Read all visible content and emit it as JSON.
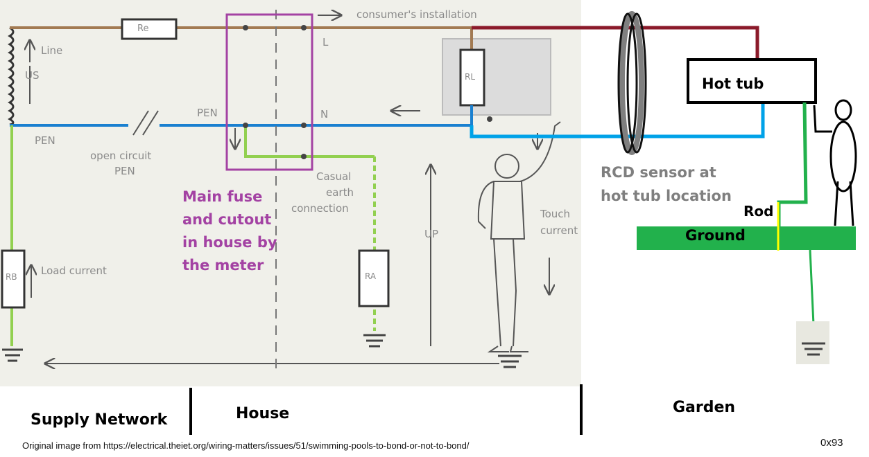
{
  "top_label": "consumer's installation",
  "supply_side": {
    "line_label": "Line",
    "us_label": "US",
    "pen_label": "PEN",
    "pen_mid_label": "PEN",
    "open_circuit_label_1": "open circuit",
    "open_circuit_label_2": "PEN",
    "load_current_label": "Load current",
    "re_label": "Re",
    "rb_label": "RB"
  },
  "house_side": {
    "l_label": "L",
    "n_label": "N",
    "rl_label": "RL",
    "casual_earth_1": "Casual",
    "casual_earth_2": "earth",
    "casual_earth_3": "connection",
    "ra_label": "RA",
    "up_label": "UP",
    "touch_1": "Touch",
    "touch_2": "current"
  },
  "annotations": {
    "main_fuse": [
      "Main fuse",
      "and cutout",
      "in house by",
      "the meter"
    ],
    "rcd_sensor": [
      "RCD sensor at",
      "hot tub location"
    ],
    "hot_tub": "Hot tub",
    "rod": "Rod",
    "ground": "Ground"
  },
  "zones": {
    "supply": "Supply Network",
    "house": "House",
    "garden": "Garden"
  },
  "footer": {
    "credit": "Original image from   https://electrical.theiet.org/wiring-matters/issues/51/swimming-pools-to-bond-or-not-to-bond/",
    "code": "0x93"
  },
  "colors": {
    "line_wire": "#a27a52",
    "pen_wire": "#1a80d0",
    "earth_wire": "#92d050",
    "live_red": "#8b1a2a",
    "hot_tub_blue": "#00a2e8",
    "ground_green": "#22b14c",
    "fuse_box": "#a342a3",
    "rcd_ring": "#7f7f7f",
    "rod": "#ffff00"
  }
}
